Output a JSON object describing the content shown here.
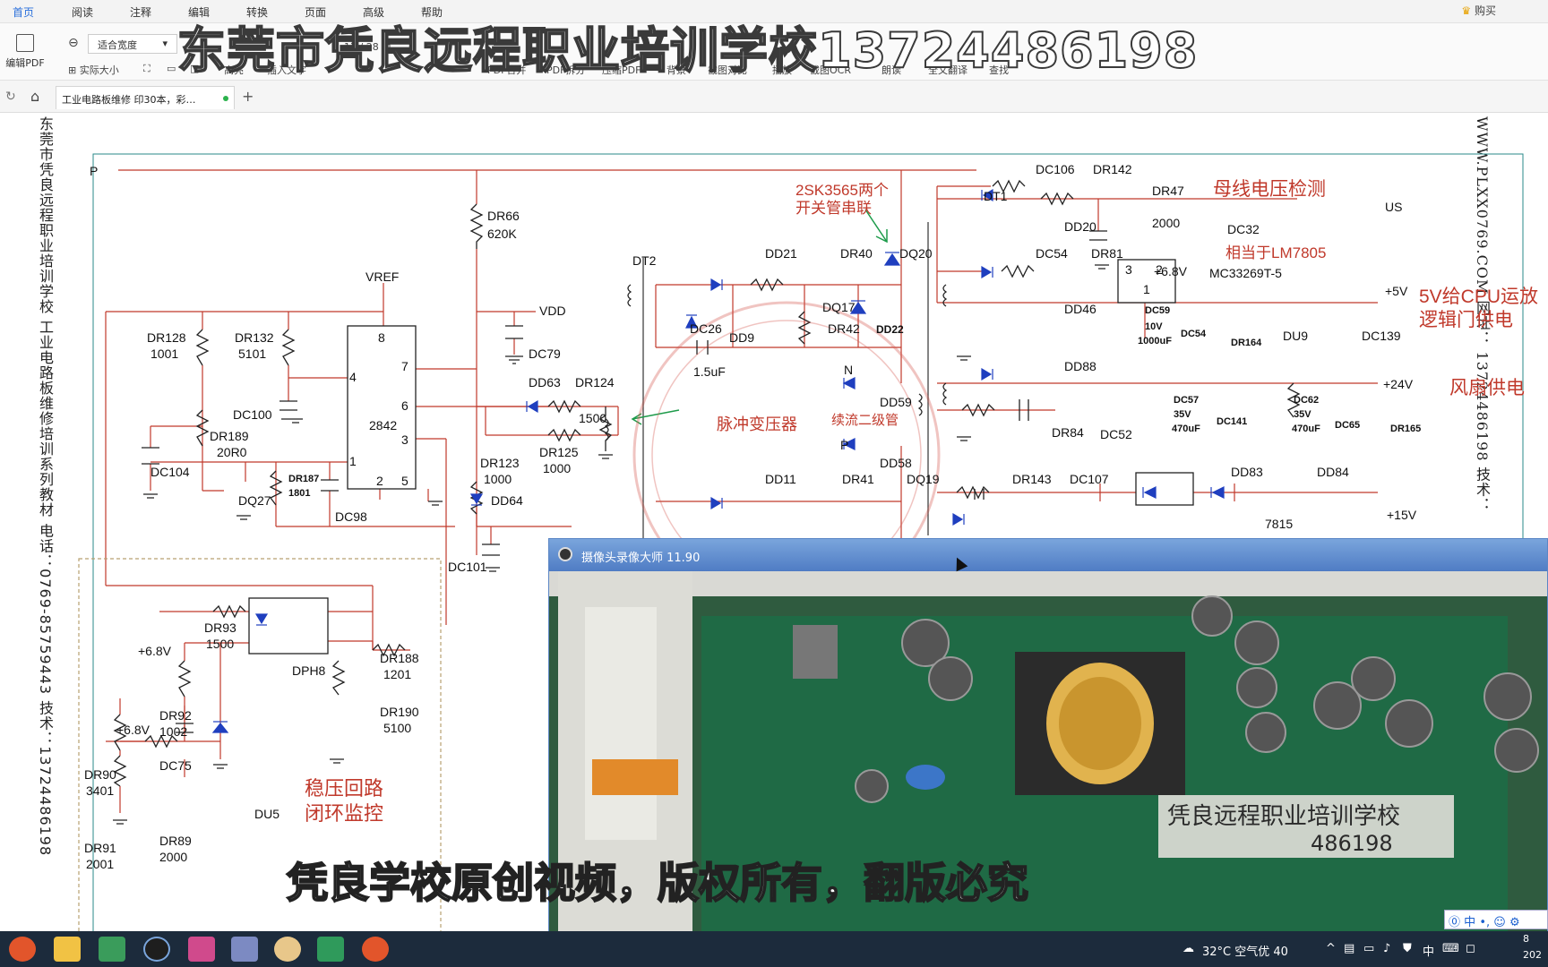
{
  "menu": {
    "items": [
      "首页",
      "阅读",
      "注释",
      "编辑",
      "转换",
      "页面",
      "高级",
      "帮助"
    ],
    "buy": "购买"
  },
  "toolbar": {
    "edit_pdf": "编辑PDF",
    "zoom_value": "适合宽度",
    "actual_size": "实际大小",
    "page_indicator": "17 / 28 页",
    "highlight": "高亮",
    "insert_text": "插入文字",
    "pdf_merge": "PDF合并",
    "pdf_split": "PDF拆分",
    "compress": "压缩PDF",
    "background": "背景",
    "screenshot_compare": "截图对比",
    "play": "播放",
    "ocr": "截图OCR",
    "read_aloud": "朗读",
    "translate": "全文翻译",
    "find": "查找"
  },
  "tab": {
    "title": "工业电路板维修 印30本，彩…"
  },
  "watermark_title": "东莞市凭良远程职业培训学校13724486198",
  "side_left": "东莞市凭良远程职业培训学校    工业电路板维修培训系列教材    电话：0769-85759443    技术：13724486198",
  "side_right": "WWW.PLXX0769.COM    网址：    13724486198    技术：",
  "schematic": {
    "P": "P",
    "VREF": "VREF",
    "VDD": "VDD",
    "DR66": "DR66",
    "DR66v": "620K",
    "DR128": "DR128",
    "DR128v": "1001",
    "DR132": "DR132",
    "DR132v": "5101",
    "DC100": "DC100",
    "DC79": "DC79",
    "DD63": "DD63",
    "DR124": "DR124",
    "DR124v": "1500",
    "DR125": "DR125",
    "DR125v": "1000",
    "ic2842": "2842",
    "p8": "8",
    "p7": "7",
    "p6": "6",
    "p4": "4",
    "p3": "3",
    "p1": "1",
    "p2": "2",
    "p5": "5",
    "DR189": "DR189",
    "DR189v": "20R0",
    "DC104": "DC104",
    "DQ27": "DQ27",
    "DR187": "DR187",
    "DR187v": "1801",
    "DC98": "DC98",
    "DR123": "DR123",
    "DR123v": "1000",
    "DD64": "DD64",
    "DC101": "DC101",
    "pulse": "脉冲变压器",
    "freewheel": "续流二级管",
    "DT2": "DT2",
    "DD21": "DD21",
    "DR40": "DR40",
    "DQ20": "DQ20",
    "DQ17": "DQ17",
    "DD9": "DD9",
    "DC26": "DC26",
    "DC26v": "1.5uF",
    "DR42": "DR42",
    "DD22": "DD22",
    "sk_note1": "2SK3565两个",
    "sk_note2": "开关管串联",
    "N": "N",
    "DD59": "DD59",
    "P2": "P",
    "DD58": "DD58",
    "DD11": "DD11",
    "DR41": "DR41",
    "DQ19": "DQ19",
    "DT1": "DT1",
    "DC106": "DC106",
    "DR142": "DR142",
    "DR47": "DR47",
    "DR47v": "2000",
    "DD20": "DD20",
    "DC32": "DC32",
    "US": "US",
    "bus_detect": "母线电压检测",
    "lm7805": "相当于LM7805",
    "DC54a": "DC54",
    "DR81": "DR81",
    "v68a": "+6.8V",
    "MC": "MC33269T-5",
    "DD46": "DD46",
    "DC59": "DC59",
    "DC59v1": "10V",
    "DC59v2": "1000uF",
    "DC54b": "DC54",
    "DR164": "DR164",
    "DU9": "DU9",
    "DC139": "DC139",
    "r3": "3",
    "r2": "2",
    "r1": "1",
    "v5": "+5V",
    "cpu1": "5V给CPU运放",
    "cpu2": "逻辑门供电",
    "DD88": "DD88",
    "v24": "+24V",
    "fan": "风扇供电",
    "DR84": "DR84",
    "DC52": "DC52",
    "DC57": "DC57",
    "DC57v1": "35V",
    "DC57v2": "470uF",
    "DC141": "DC141",
    "DC62": "DC62",
    "DC62v1": "35V",
    "DC62v2": "470uF",
    "DC65": "DC65",
    "DR165": "DR165",
    "DR143": "DR143",
    "DC107": "DC107",
    "DD83": "DD83",
    "DD84": "DD84",
    "ic7815": "7815",
    "v15": "+15V",
    "DR93": "DR93",
    "DR93v": "1500",
    "v68b": "+6.8V",
    "DPH8": "DPH8",
    "DR188": "DR188",
    "DR188v": "1201",
    "DR190": "DR190",
    "DR190v": "5100",
    "DR92": "DR92",
    "DR92v": "1002",
    "v68c": "+6.8V",
    "DR90": "DR90",
    "DR90v": "3401",
    "DC75": "DC75",
    "DR89": "DR89",
    "DR89v": "2000",
    "DU5": "DU5",
    "DR91": "DR91",
    "DR91v": "2001",
    "loop1": "稳压回路",
    "loop2": "闭环监控"
  },
  "camera": {
    "title": "摄像头录像大师 11.90",
    "board_label1": "凭良远程职业培训学校",
    "board_label2": "486198"
  },
  "subtitle": "凭良学校原创视频，版权所有，翻版必究",
  "taskbar": {
    "weather": "32°C 空气优 40",
    "ime_lang": "中",
    "clock_time": "8",
    "clock_date": "202"
  },
  "ime": {
    "label": "中"
  }
}
